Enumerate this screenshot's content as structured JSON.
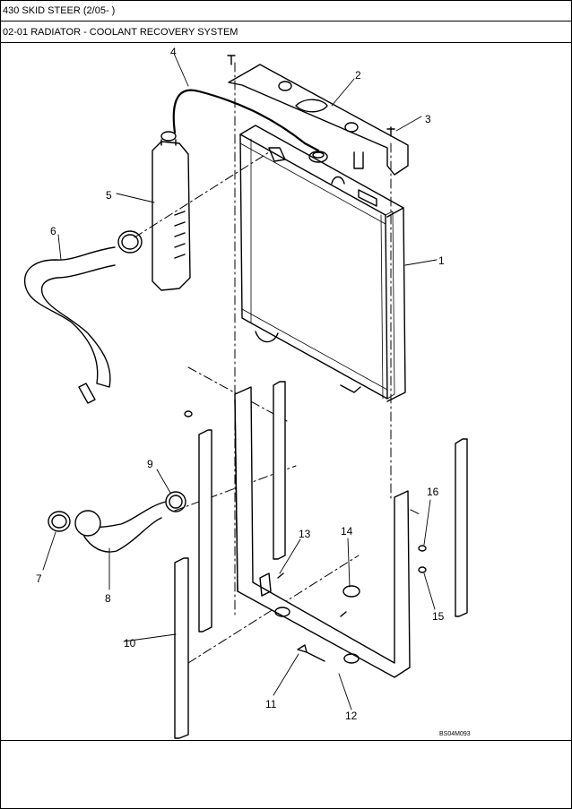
{
  "header": {
    "title": "430 SKID STEER (2/05- )",
    "subtitle": "02-01 RADIATOR - COOLANT RECOVERY SYSTEM"
  },
  "diagram": {
    "drawing_code": "BS04M093",
    "callouts": {
      "c1": "1",
      "c2": "2",
      "c3": "3",
      "c4": "4",
      "c5": "5",
      "c6": "6",
      "c7": "7",
      "c8": "8",
      "c9": "9",
      "c10": "10",
      "c11": "11",
      "c12": "12",
      "c13": "13",
      "c14": "14",
      "c15": "15",
      "c16": "16"
    }
  }
}
